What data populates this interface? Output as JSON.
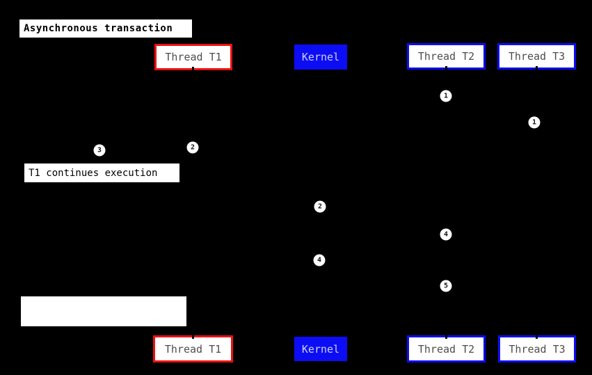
{
  "title": "Asynchronous transaction",
  "participants": {
    "t1": "Thread T1",
    "kernel": "Kernel",
    "t2": "Thread T2",
    "t3": "Thread T3"
  },
  "notes": {
    "t1_continues": "T1 continues execution",
    "blank": ""
  },
  "markers": [
    "1",
    "1",
    "2",
    "3",
    "2",
    "4",
    "4",
    "5"
  ],
  "colors": {
    "background": "#000000",
    "thread_t1_border": "#ee1010",
    "thread_t2_t3_border": "#0d0df5",
    "kernel_fill": "#0d0df5",
    "kernel_text": "#ccd2f0",
    "participant_text": "#4d4d4d",
    "note_bg": "#ffffff",
    "note_text": "#000000",
    "marker_bg": "#ffffff",
    "marker_text": "#111111"
  }
}
